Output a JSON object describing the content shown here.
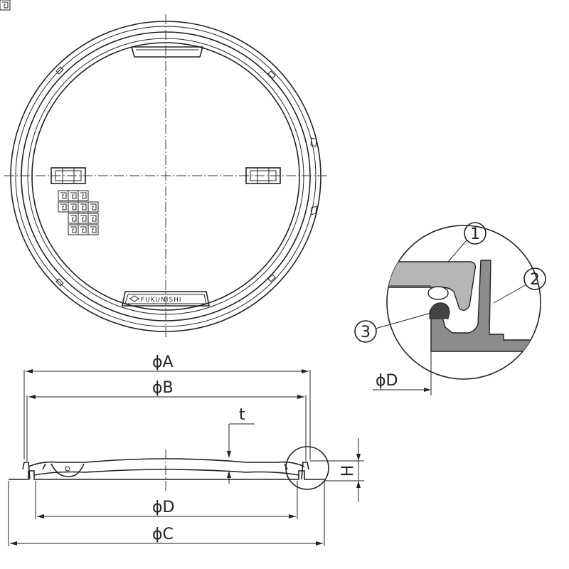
{
  "dimensions": {
    "phi_a": "ϕA",
    "phi_b": "ϕB",
    "phi_c": "ϕC",
    "phi_d_bottom": "ϕD",
    "phi_d_detail": "ϕD",
    "thickness": "t",
    "height": "H"
  },
  "callouts": [
    {
      "number": "1"
    },
    {
      "number": "2"
    },
    {
      "number": "3"
    }
  ],
  "emblem": {
    "brand": "FUKUNISHI"
  }
}
